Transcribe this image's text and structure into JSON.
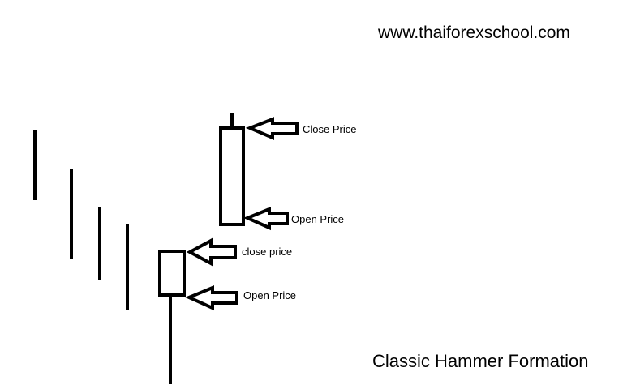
{
  "header": {
    "website": "www.thaiforexschool.com"
  },
  "footer": {
    "title": "Classic Hammer Formation"
  },
  "annotations": {
    "upper_close": "Close Price",
    "upper_open": "Open Price",
    "lower_close": "close price",
    "lower_open": "Open Price"
  },
  "colors": {
    "background": "#ffffff",
    "ink": "#000000"
  },
  "icons": [
    "arrow-left-icon"
  ]
}
